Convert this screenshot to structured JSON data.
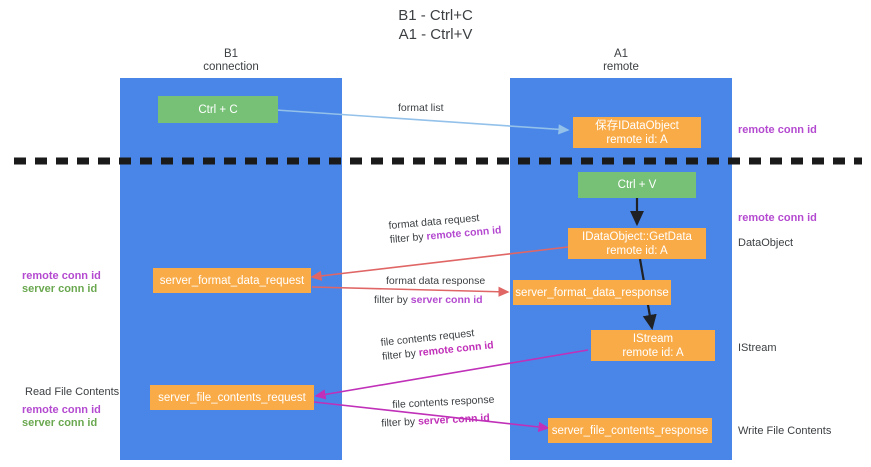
{
  "title": {
    "line1": "B1 - Ctrl+C",
    "line2": "A1 - Ctrl+V"
  },
  "columns": [
    {
      "name": "B1",
      "role": "connection"
    },
    {
      "name": "A1",
      "role": "remote"
    }
  ],
  "nodes": {
    "ctrl_c": "Ctrl + C",
    "ctrl_v": "Ctrl + V",
    "save_idataobject_l1": "保存IDataObject",
    "save_idataobject_l2": "remote id: A",
    "getdata_l1": "IDataObject::GetData",
    "getdata_l2": "remote id: A",
    "istream_l1": "IStream",
    "istream_l2": "remote id: A",
    "server_format_data_request": "server_format_data_request",
    "server_format_data_response": "server_format_data_response",
    "server_file_contents_request": "server_file_contents_request",
    "server_file_contents_response": "server_file_contents_response"
  },
  "annotations": {
    "format_list": "format list",
    "format_data_request": "format data request",
    "format_data_request_filter_prefix": "filter by ",
    "format_data_request_filter_key": "remote conn id",
    "format_data_response": "format data response",
    "format_data_response_filter_prefix": "filter by ",
    "format_data_response_filter_key": "server conn id",
    "file_contents_request": "file contents request",
    "file_contents_request_filter_prefix": "filter by ",
    "file_contents_request_filter_key": "remote conn id",
    "file_contents_response": "file contents response",
    "file_contents_response_filter_prefix": "filter by ",
    "file_contents_response_filter_key": "server conn id"
  },
  "right_labels": {
    "remote_conn_id_top": "remote conn id",
    "remote_conn_id_mid": "remote conn id",
    "dataobject": "DataObject",
    "istream": "IStream",
    "write_file_contents": "Write File Contents"
  },
  "left_labels": {
    "remote_conn_id_mid": "remote conn id",
    "server_conn_id_mid": "server conn id",
    "read_file_contents": "Read File Contents",
    "remote_conn_id_bottom": "remote conn id",
    "server_conn_id_bottom": "server conn id"
  },
  "colors": {
    "lane_blue": "#4a86e8",
    "node_green": "#76c176",
    "node_orange": "#f9ab48",
    "accent_purple": "#b44ad0",
    "accent_green": "#6aa84f",
    "arrow_red": "#e06666",
    "arrow_magenta": "#c030b8",
    "arrow_lightblue": "#93c1ea",
    "arrow_black": "#202124",
    "divider_black": "#1a1a1a",
    "background": "#ffffff"
  }
}
